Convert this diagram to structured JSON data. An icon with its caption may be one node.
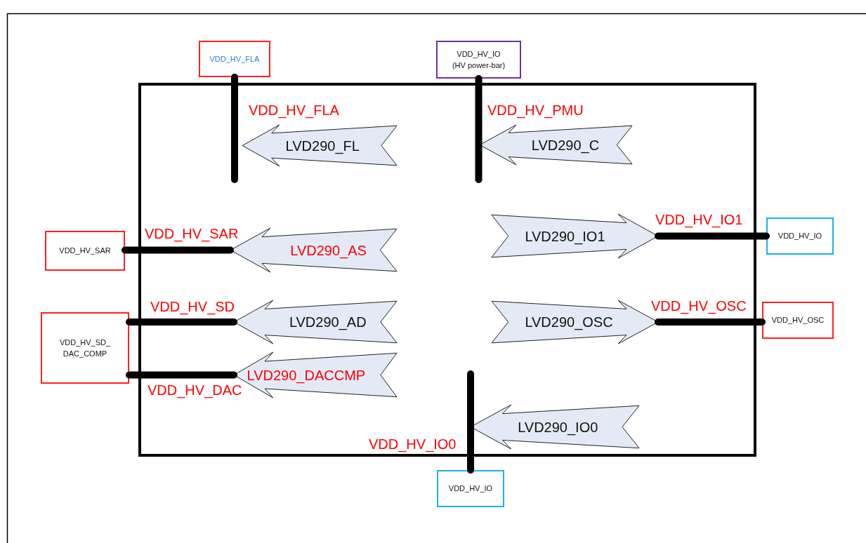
{
  "diagram": {
    "nodes": [
      {
        "text": [],
        "shape": "box"
      },
      {
        "text": [
          "VDD_HV_FLA"
        ]
      },
      {
        "text": [
          "VDD_HV_IO (HV power-bar)"
        ]
      },
      {
        "text": [
          "VDD_HV_SAR"
        ]
      },
      {
        "text": [
          "VDD_HV_IO"
        ]
      },
      {
        "text": [
          "VDD_HV_SD_ DAC_COMP"
        ]
      },
      {
        "text": [
          "VDD_HV_OSC"
        ]
      },
      {
        "text": [
          "VDD_HV_IO"
        ]
      },
      {
        "text": [
          "LVD290_FL"
        ],
        "in": 0
      },
      {
        "text": [
          "LVD290_C"
        ],
        "in": 0
      },
      {
        "text": [
          "LVD290_AS"
        ],
        "in": 0
      },
      {
        "text": [
          "LVD290_IO1"
        ],
        "in": 0
      },
      {
        "text": [
          "LVD290_AD"
        ],
        "in": 0
      },
      {
        "text": [
          "LVD290_OSC"
        ],
        "in": 0
      },
      {
        "text": [
          "LVD290_DACCMP"
        ],
        "in": 0
      },
      {
        "text": [
          "LVD290_IO0"
        ],
        "in": 0
      }
    ],
    "edges": [
      {
        "from": 1,
        "to": null,
        "arrow": "none",
        "label": "VDD_HV_FLA"
      },
      {
        "from": 2,
        "to": null,
        "arrow": "none",
        "label": "VDD_HV_PMU"
      },
      {
        "from": 3,
        "to": 10,
        "arrow": "none",
        "label": "VDD_HV_SAR"
      },
      {
        "from": 4,
        "to": 11,
        "arrow": "none",
        "label": "VDD_HV_IO1"
      },
      {
        "from": 5,
        "to": 12,
        "arrow": "none",
        "label": "VDD_HV_SD"
      },
      {
        "from": 6,
        "to": 13,
        "arrow": "none",
        "label": "VDD_HV_OSC"
      },
      {
        "from": 5,
        "to": 14,
        "arrow": "none",
        "label": "VDD_HV_DAC"
      },
      {
        "from": 7,
        "to": null,
        "arrow": "none",
        "label": "VDD_HV_IO0"
      }
    ]
  }
}
